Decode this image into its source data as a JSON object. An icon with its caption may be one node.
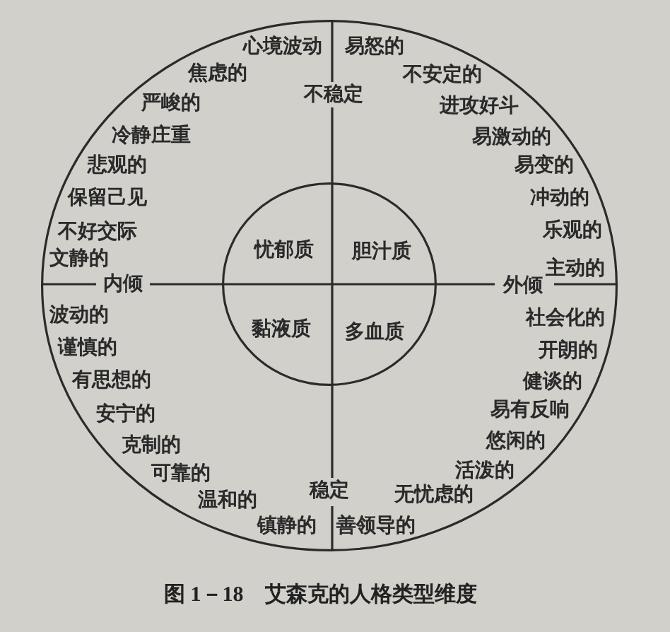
{
  "diagram": {
    "caption": "图 1－18　艾森克的人格类型维度",
    "nodes": [
      {
        "text": [
          "心境波动",
          "焦虑的",
          "严峻的",
          "冷静庄重",
          "悲观的",
          "保留己见",
          "不好交际",
          "文静的",
          "易怒的",
          "不安定的",
          "进攻好斗",
          "易激动的",
          "易变的",
          "冲动的",
          "乐观的",
          "主动的",
          "波动的",
          "谨慎的",
          "有思想的",
          "安宁的",
          "克制的",
          "可靠的",
          "温和的",
          "镇静的",
          "社会化的",
          "开朗的",
          "健谈的",
          "易有反响",
          "悠闲的",
          "活泼的",
          "无忧虑的",
          "善领导的"
        ]
      },
      {
        "text": [
          "忧郁质",
          "胆汁质",
          "黏液质",
          "多血质"
        ],
        "in": 0
      }
    ],
    "labels": [
      "不稳定",
      "内倾",
      "外倾",
      "稳定"
    ]
  }
}
